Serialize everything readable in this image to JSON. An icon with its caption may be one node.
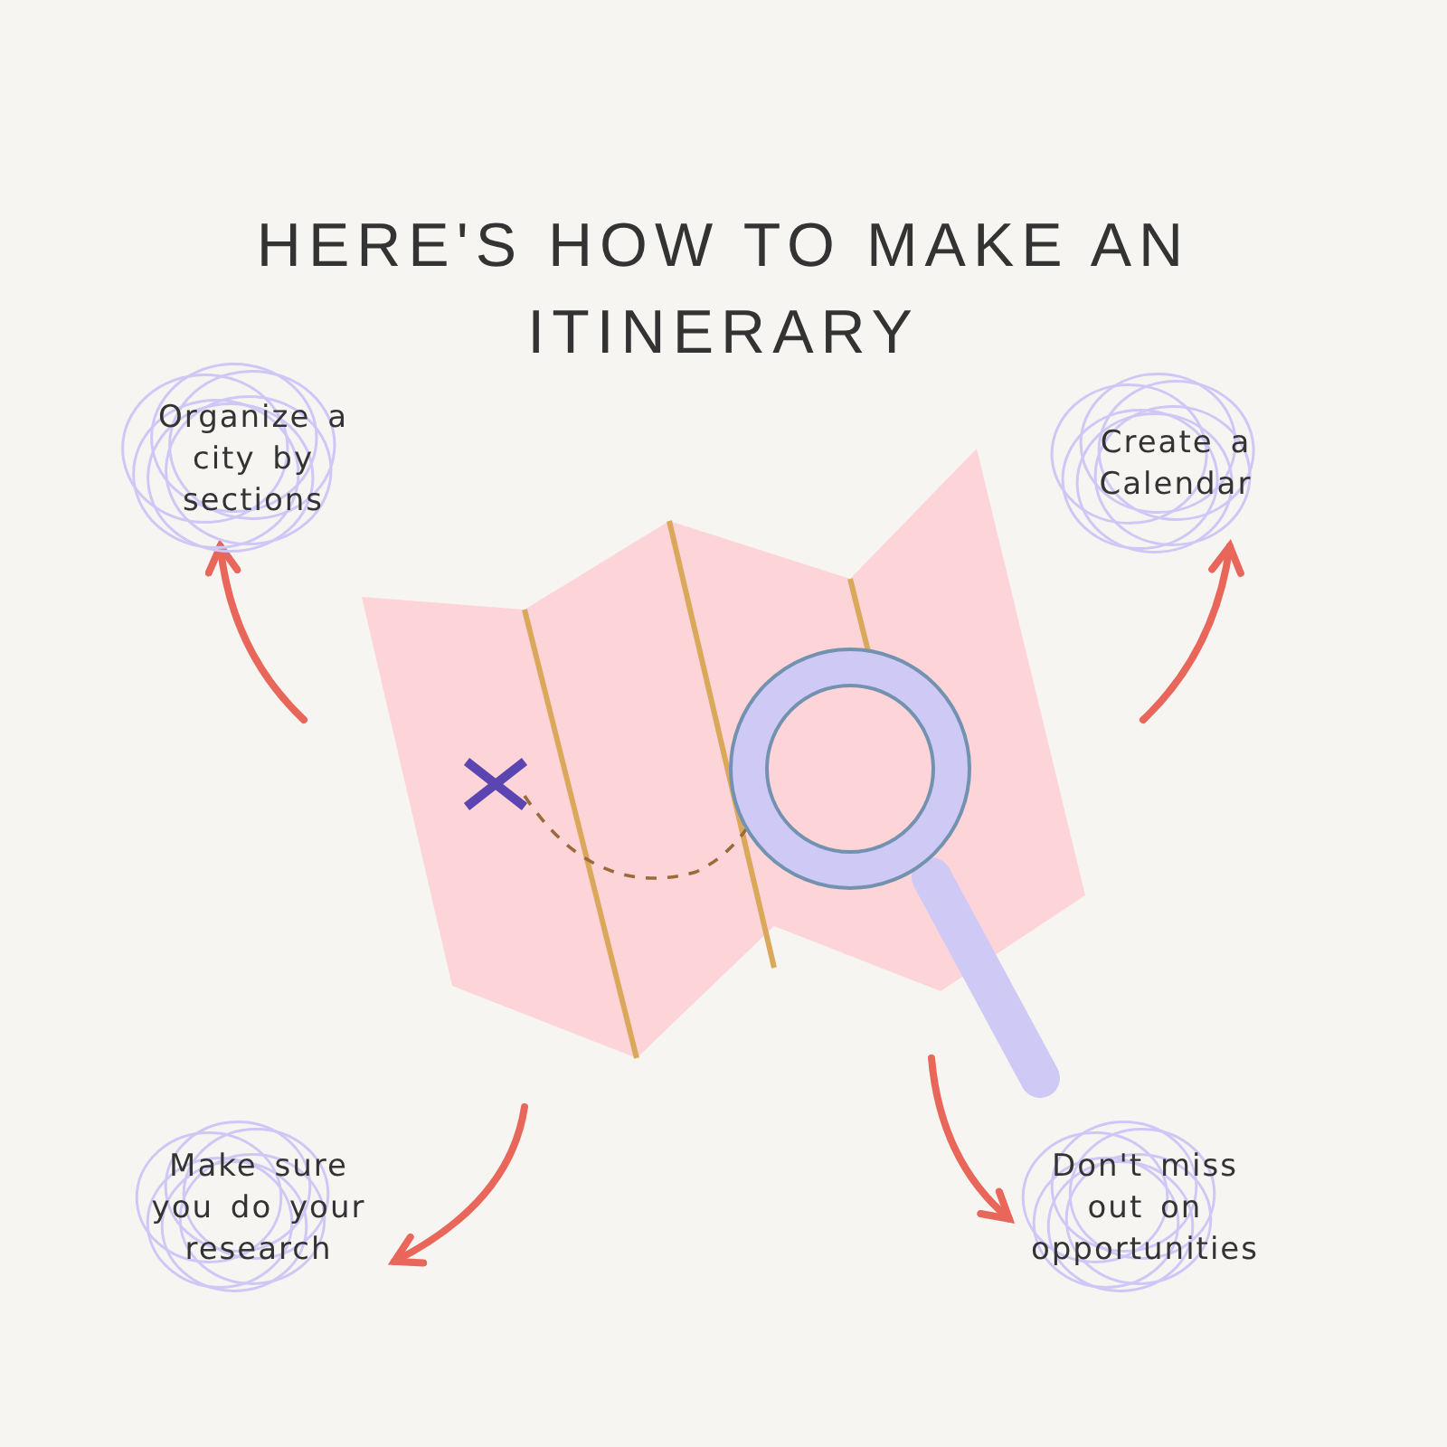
{
  "diagram": {
    "title": "HERE'S HOW TO MAKE AN ITINERARY",
    "nodes": [
      {
        "text": [],
        "shape": "picture"
      },
      {
        "text": [
          "Organize a city by sections"
        ]
      },
      {
        "text": [
          "Create a Calendar"
        ]
      },
      {
        "text": [
          "Make sure you do your research"
        ]
      },
      {
        "text": [
          "Don't miss out on opportunities"
        ]
      }
    ],
    "edges": [
      {
        "from": null,
        "to": 1,
        "arrow": "to"
      },
      {
        "from": null,
        "to": 2,
        "arrow": "to"
      },
      {
        "from": null,
        "to": 3,
        "arrow": "to"
      },
      {
        "from": null,
        "to": 4,
        "arrow": "to"
      }
    ]
  }
}
